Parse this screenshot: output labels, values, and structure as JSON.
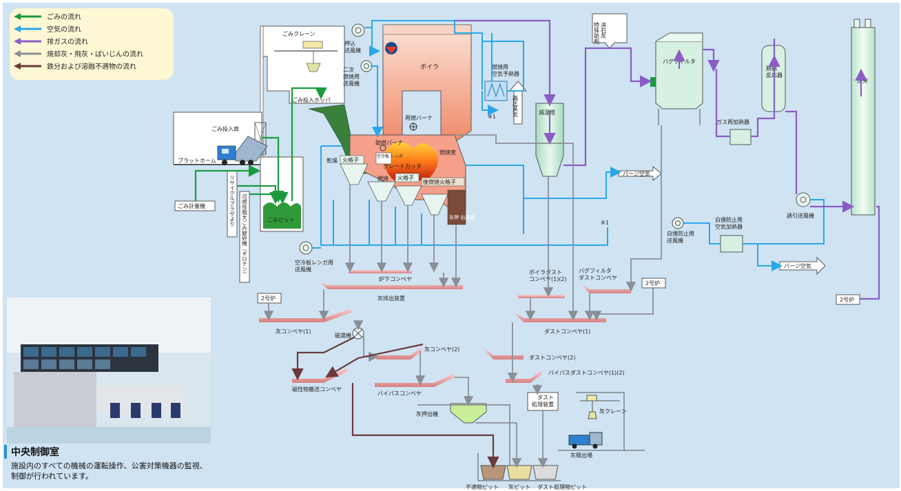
{
  "legend": [
    {
      "label": "ごみの流れ",
      "color": "#1a9a3c"
    },
    {
      "label": "空気の流れ",
      "color": "#2aa7e8"
    },
    {
      "label": "排ガスの流れ",
      "color": "#8a5cc4"
    },
    {
      "label": "焼却灰・飛灰・ばいじんの流れ",
      "color": "#8a8f96"
    },
    {
      "label": "鉄分および溶融不適物の流れ",
      "color": "#6b3a3a"
    }
  ],
  "labels": {
    "crane": "ごみクレーン",
    "push_fan": "押込\n送風機",
    "secondary_fan": "二次\n燃焼用\n送風機",
    "boiler": "ボイラ",
    "air_preheater": "燃焼用\n空気予熱器",
    "steam": "高圧蒸気",
    "note1": "※1",
    "cooling_tower": "減温塔",
    "chemicals": "消石灰\n特殊助剤",
    "bag_filter": "バグフィルタ",
    "denox": "脱硝\n反応器",
    "chimney": "煙突",
    "gas_reheater": "ガス再加熱器",
    "hopper": "ごみ投入ホッパ",
    "reburn": "再燃バーナ",
    "aux_burner": "助燃バーナ",
    "furnace_room": "燃焼室",
    "dry": "乾燥",
    "grate": "火格子",
    "cooling_brick": "空冷板\nレンガ",
    "grate_cutter": "グレートカッタ",
    "combustion": "燃焼",
    "post_combustion": "後燃焼火格子",
    "ash_discharger": "灰押\n出装置",
    "door": "ごみ投入扉",
    "platform": "プラットホーム",
    "pit": "ごみピット",
    "recycle": "リサイクルプラザより",
    "crusher": "可燃性粗大ごみ破砕機（ギロチン）",
    "scale": "ごみ計量機",
    "purge_air1": "パージ空気",
    "purge_air2": "パージ空気",
    "induced_fan": "誘引送風機",
    "white_heater": "白煙防止用\n空気加熱器",
    "white_fan": "白煙防止用\n送風機",
    "brick_fan": "空冷板レンガ用\n送風機",
    "under_conveyor": "炉下コンベヤ",
    "boiler_dust": "ボイラダスト\nコンベヤ(1)(2)",
    "bag_dust": "バグフィルタ\nダストコンベヤ",
    "ash_out": "灰排出装置",
    "no2_a": "2号炉",
    "no2_b": "2号炉",
    "no2_c": "2号炉",
    "ash_conv1": "灰コンベヤ(1)",
    "dust_conv1": "ダストコンベヤ(1)",
    "magnet": "磁選機",
    "ash_conv2": "灰コンベヤ(2)",
    "dust_conv2": "ダストコンベヤ(2)",
    "mag_conv": "磁性物搬送コンベヤ",
    "bypass_conv": "バイパスコンベヤ",
    "bypass_dust": "バイパスダストコンベヤ(1)(2)",
    "dust_treat": "ダスト\n処理装置",
    "ash_crane": "灰クレーン",
    "ash_press": "灰押出機",
    "ash_ship": "灰積出場",
    "pit_unfit": "不適物ピット",
    "pit_ash": "灰ピット",
    "pit_dust": "ダスト処理物ピット"
  },
  "photo": {
    "title": "中央制御室",
    "description": "施設内のすべての機械の運転操作、公害対策機器の監視、制御が行われています。"
  }
}
